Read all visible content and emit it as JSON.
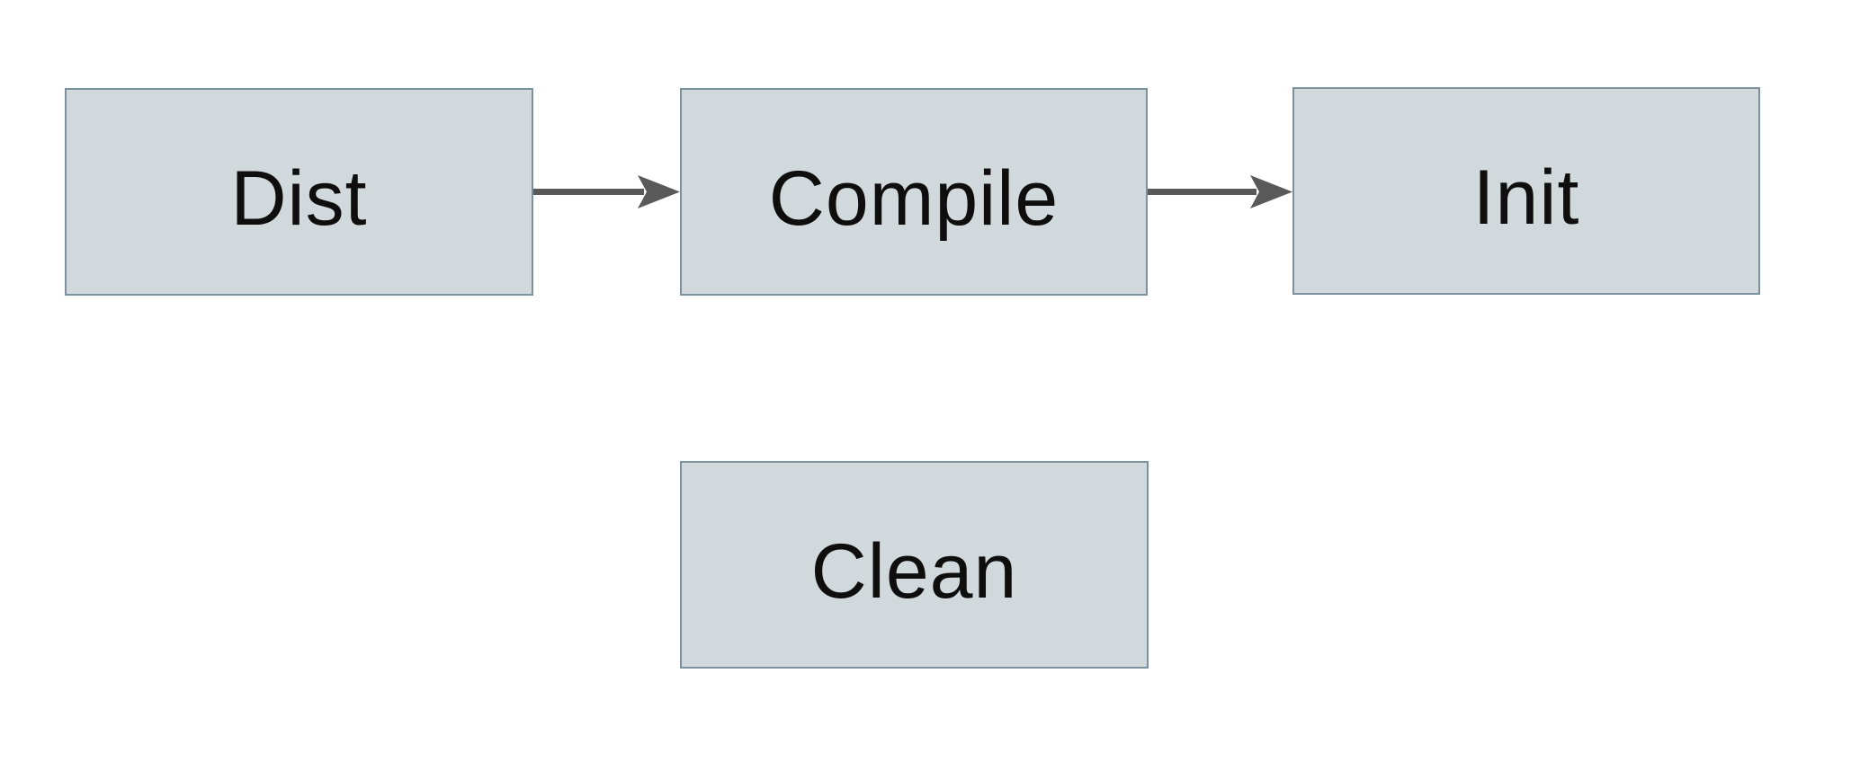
{
  "diagram": {
    "nodes": [
      {
        "id": "dist",
        "label": "Dist"
      },
      {
        "id": "compile",
        "label": "Compile"
      },
      {
        "id": "init",
        "label": "Init"
      },
      {
        "id": "clean",
        "label": "Clean"
      }
    ],
    "edges": [
      {
        "from": "dist",
        "to": "compile",
        "direction": "right"
      },
      {
        "from": "compile",
        "to": "init",
        "direction": "right"
      }
    ]
  },
  "colors": {
    "canvas-bg": "#ffffff",
    "node-fill": "#d2d9dc",
    "node-border": "#7b919d",
    "arrow-color": "#595959",
    "label-color": "#0e0e0e"
  }
}
